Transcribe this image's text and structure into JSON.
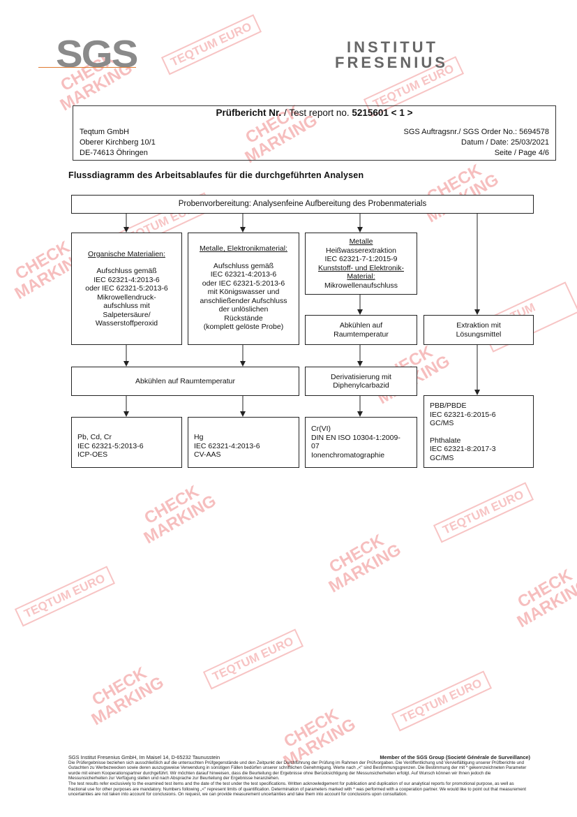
{
  "logos": {
    "sgs": "SGS",
    "fresenius_line1": "INSTITUT",
    "fresenius_line2": "FRESENIUS"
  },
  "header": {
    "title_bold": "Prüfbericht Nr.",
    "title_sep": " / Test report no. ",
    "report_no": "5215601 < 1 >",
    "address": [
      "Teqtum GmbH",
      "Oberer Kirchberg 10/1",
      "DE-74613 Öhringen"
    ],
    "meta": [
      "SGS Auftragsnr./ SGS Order No.: 5694578",
      "Datum / Date: 25/03/2021",
      "Seite / Page 4/6"
    ]
  },
  "heading": "Flussdiagramm des Arbeitsablaufes für die durchgeführten Analysen",
  "flow": {
    "top": "Probenvorbereitung: Analysenfeine Aufbereitung des Probenmaterials",
    "organic": {
      "title": "Organische Materialien:",
      "lines": [
        "Aufschluss gemäß",
        "IEC 62321-4:2013-6",
        "oder IEC 62321-5:2013-6",
        "Mikrowellendruck-",
        "aufschluss mit",
        "Salpetersäure/",
        "Wasserstoffperoxid"
      ]
    },
    "metals": {
      "title": "Metalle, Elektronikmaterial:",
      "lines": [
        "Aufschluss gemäß",
        "IEC 62321-4:2013-6",
        "oder IEC 62321-5:2013-6",
        "mit Königswasser und",
        "anschließender Aufschluss",
        "der unlöslichen",
        "Rückstände",
        "(komplett gelöste Probe)"
      ]
    },
    "metals_hot": {
      "title": "Metalle",
      "l1": "Heißwasserextraktion",
      "l2": "IEC 62321-7-1:2015-9",
      "title2": "Kunststoff- und Elektronik-Material:",
      "l3": "Mikrowellenaufschluss"
    },
    "cool_c": "Abkühlen auf Raumtemperatur",
    "extract": "Extraktion mit Lösungsmittel",
    "cool_ab": "Abkühlen auf Raumtemperatur",
    "deriv": "Derivatisierung mit Diphenylcarbazid",
    "res_pb": [
      "Pb, Cd, Cr",
      "IEC 62321-5:2013-6",
      "ICP-OES"
    ],
    "res_hg": [
      "Hg",
      "IEC 62321-4:2013-6",
      "CV-AAS"
    ],
    "res_cr": [
      "Cr(VI)",
      "DIN EN ISO 10304-1:2009-07",
      "Ionenchromatographie"
    ],
    "res_pbb": [
      "PBB/PBDE",
      "IEC 62321-6:2015-6",
      "GC/MS",
      "Phthalate",
      "IEC 62321-8:2017-3",
      "GC/MS"
    ]
  },
  "footer": {
    "address": "SGS Institut Fresenius GmbH, Im Maisel 14, D-65232 Taunusstein",
    "member": "Member of the SGS Group (Societé Générale de Surveillance)",
    "de": "Die Prüfergebnisse beziehen sich ausschließlich auf die untersuchten Prüfgegenstände und den Zeitpunkt der Durchführung der Prüfung im Rahmen der Prüfvorgaben. Die Veröffentlichung und Vervielfältigung unserer Prüfberichte und Gutachten zu Werbezwecken sowie deren auszugsweise Verwendung in sonstigen Fällen bedürfen unserer schriftlichen Genehmigung. Werte nach „<\" sind Bestimmungsgrenzen. Die Bestimmung der mit * gekennzeichneten Parameter wurde mit einem Kooperationspartner durchgeführt. Wir möchten darauf hinweisen, dass die Beurteilung der Ergebnisse ohne Berücksichtigung der Messunsicherheiten erfolgt. Auf Wunsch können wir Ihnen jedoch die Messunsicherheiten zur Verfügung stellen und nach Absprache zur Beurteilung der Ergebnisse heranziehen.",
    "en": "The test results refer exclusively to the examined test items and the date of the test under the test specifications. Written acknowledgement for publication and duplication of our analytical reports for promotional purpose, as well as fractional use for other purposes are mandatory. Numbers following „<\" represent limits of quantification. Determination of parameters marked with * was performed with a cooperation partner. We would like to point out that measurement uncertainties are not taken into account for conclusions. On request, we can provide measurement uncertainties and take them into account for conclusions upon consultation."
  },
  "watermarks": {
    "check": "CHECK",
    "marking": "MARKING",
    "teqtum": "TEQTUM EURO"
  },
  "colors": {
    "watermark": "#f08a8a",
    "logo_grey": "#8a8a8a"
  }
}
